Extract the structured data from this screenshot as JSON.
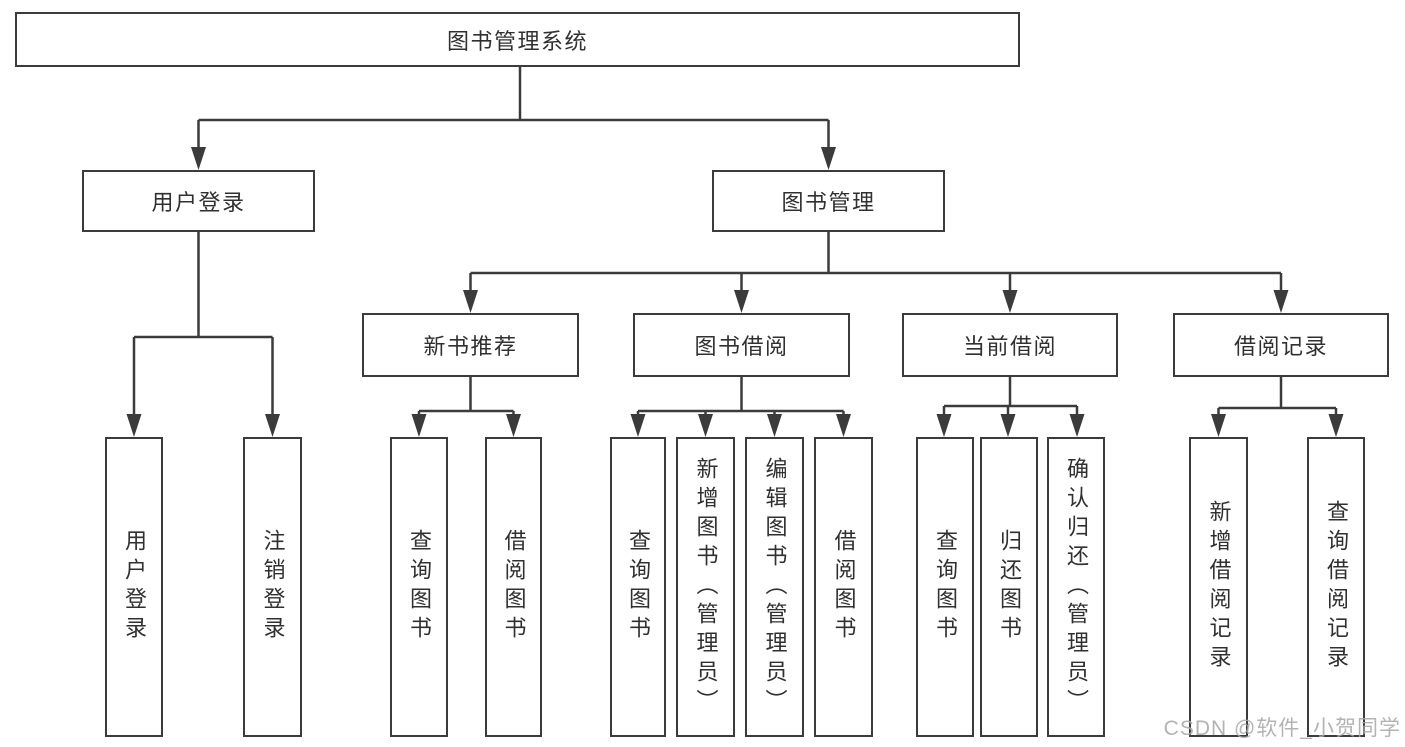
{
  "diagram_title": "图书管理系统",
  "tree": {
    "label": "图书管理系统",
    "children": [
      {
        "label": "用户登录",
        "children": [
          {
            "label": "用户登录"
          },
          {
            "label": "注销登录"
          }
        ]
      },
      {
        "label": "图书管理",
        "children": [
          {
            "label": "新书推荐",
            "children": [
              {
                "label": "查询图书"
              },
              {
                "label": "借阅图书"
              }
            ]
          },
          {
            "label": "图书借阅",
            "children": [
              {
                "label": "查询图书"
              },
              {
                "label": "新增图书（管理员）"
              },
              {
                "label": "编辑图书（管理员）"
              },
              {
                "label": "借阅图书"
              }
            ]
          },
          {
            "label": "当前借阅",
            "children": [
              {
                "label": "查询图书"
              },
              {
                "label": "归还图书"
              },
              {
                "label": "确认归还（管理员）"
              }
            ]
          },
          {
            "label": "借阅记录",
            "children": [
              {
                "label": "新增借阅记录"
              },
              {
                "label": "查询借阅记录"
              }
            ]
          }
        ]
      }
    ]
  },
  "watermark": "CSDN @软件_小贺同学",
  "colors": {
    "line": "#3b3b3b",
    "box_border": "#3b3b3b",
    "box_background": "#ffffff",
    "page_background": "#ffffff",
    "watermark_gray": "#a8a8a8"
  }
}
